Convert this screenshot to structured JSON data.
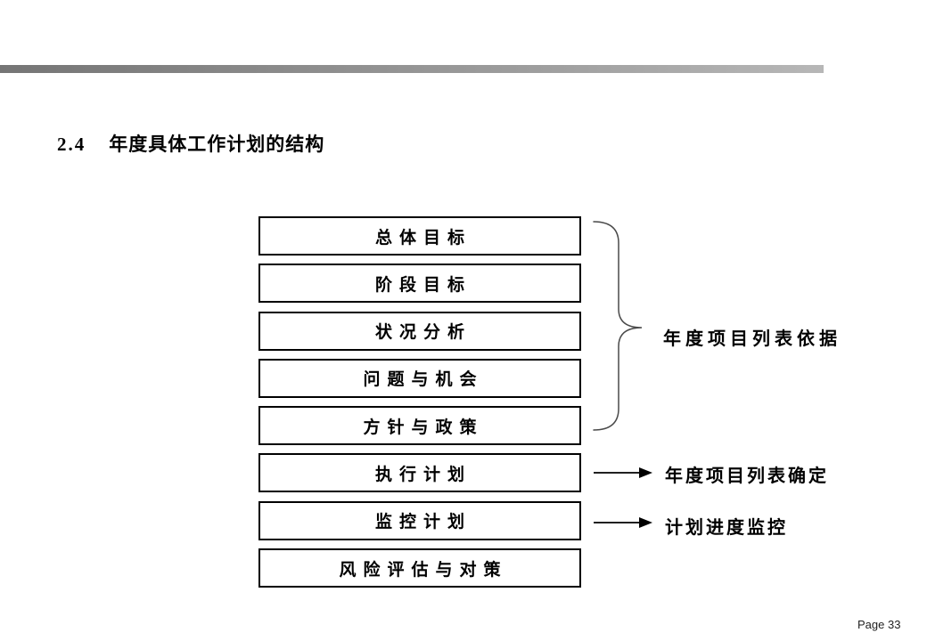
{
  "header": {
    "number": "2.4",
    "title": "年度具体工作计划的结构"
  },
  "diagram": {
    "boxes": [
      {
        "label": "总体目标"
      },
      {
        "label": "阶段目标"
      },
      {
        "label": "状况分析"
      },
      {
        "label": "问题与机会"
      },
      {
        "label": "方针与政策"
      },
      {
        "label": "执行计划"
      },
      {
        "label": "监控计划"
      },
      {
        "label": "风险评估与对策"
      }
    ],
    "brace": {
      "label": "年度项目列表依据"
    },
    "arrows": [
      {
        "label": "年度项目列表确定"
      },
      {
        "label": "计划进度监控"
      }
    ]
  },
  "footer": {
    "page_label": "Page 33"
  },
  "colors": {
    "bar_gradient_start": "#757575",
    "bar_gradient_end": "#b7b7b7",
    "box_border": "#000000",
    "text": "#000000"
  }
}
